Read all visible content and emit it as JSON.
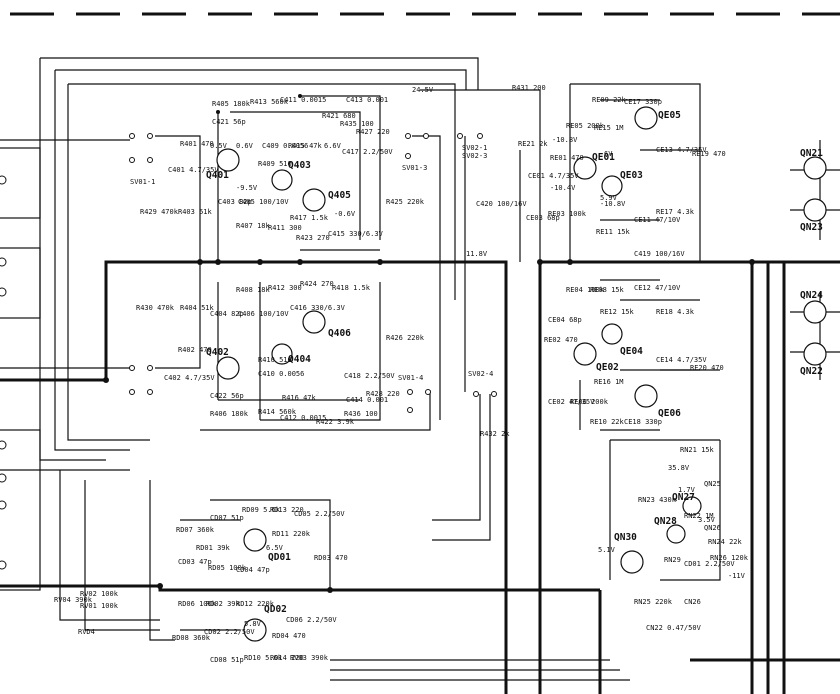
{
  "transistors": [
    "Q401",
    "Q402",
    "Q403",
    "Q404",
    "Q405",
    "Q406",
    "QE01",
    "QE02",
    "QE03",
    "QE04",
    "QE05",
    "QE06",
    "QD01",
    "QD02",
    "QN21",
    "QN22",
    "QN23",
    "QN24",
    "QN25",
    "QN26",
    "QN27",
    "QN28",
    "QN30"
  ],
  "switches": [
    "SV01-1",
    "SV01-3",
    "SV02-1",
    "SV02-3",
    "SV01-4",
    "SV02-4"
  ],
  "parts": [
    "R401 470",
    "C401 4.7/35V",
    "R403 51k",
    "R429 470k",
    "R405 180k",
    "C421 56p",
    "R409 510",
    "R413 560k",
    "C411 0.0015",
    "C409 0.0056",
    "R415 47k",
    "C413 0.001",
    "R421 680",
    "R435 100",
    "R427 220",
    "C417 2.2/50V",
    "R425 220k",
    "C403 82p",
    "C405 100/10V",
    "R407 18k",
    "R411 300",
    "R417 1.5k",
    "R423 270",
    "C415 330/6.3V",
    "R431 200",
    "RE21 2k",
    "C420 100/16V",
    "RE01 470",
    "CE01 4.7/35V",
    "CE03 68p",
    "RE03 100k",
    "RE11 15k",
    "RE09 22k",
    "CE17 330p",
    "RE05 200k",
    "RE15 1M",
    "CE13 4.7/35V",
    "RE19 470",
    "RE17 4.3k",
    "CE11 47/10V",
    "C419 100/16V",
    "R430 470k",
    "R404 51k",
    "C404 82p",
    "R408 18k",
    "C406 100/10V",
    "R412 300",
    "C410 0.0056",
    "R424 270",
    "C416 330/6.3V",
    "R418 1.5k",
    "R426 220k",
    "R402 470",
    "C402 4.7/35V",
    "C422 56p",
    "R406 180k",
    "R410 510",
    "R416 47k",
    "R414 560k",
    "C412 0.0015",
    "C418 2.2/50V",
    "R428 220",
    "C414 0.001",
    "R422 3.9k",
    "R436 100",
    "R432 2k",
    "RE04 100k",
    "RE08 15k",
    "CE12 47/10V",
    "RE18 4.3k",
    "CE04 68p",
    "RE12 15k",
    "CE14 4.7/35V",
    "RE20 470",
    "RE02 470",
    "CE02 47/35V",
    "RE16 1M",
    "RE06 200k",
    "RE10 22k",
    "CE18 330p",
    "RN21 15k",
    "RN23 430k",
    "RN22 1M",
    "RN24 22k",
    "RN26 120k",
    "RN25 220k",
    "CN22 0.47/50V",
    "CN26",
    "RN29",
    "CD01 2.2/50V",
    "RD07 360k",
    "CD07 51p",
    "RD09 5.6k",
    "RD13 220",
    "CD05 2.2/50V",
    "RD11 220k",
    "RD03 470",
    "RD01 39k",
    "CD03 47p",
    "RD05 100k",
    "CD04 47p",
    "RD06 100k",
    "RD02 39k",
    "RD12 220k",
    "CD06 2.2/50V",
    "RD04 470",
    "CD02 2.2/50V",
    "RD08 360k",
    "CD08 51p",
    "RD10 5.6k",
    "RD14 220",
    "RV03 390k",
    "RV04 390k",
    "RV02 100k",
    "RV01 100k",
    "RVD4"
  ],
  "voltages": [
    "24.5V",
    "11.8V",
    "0.6V",
    "0.5V",
    "-9.5V",
    "-0.6V",
    "-10.8V",
    "5.9V",
    "6.6V",
    "-10.4V",
    "-10.8V",
    "6V",
    "3.5V",
    "6.5V",
    "5.8V",
    "1.7V",
    "5.1V",
    "35.8V",
    "-11V"
  ]
}
